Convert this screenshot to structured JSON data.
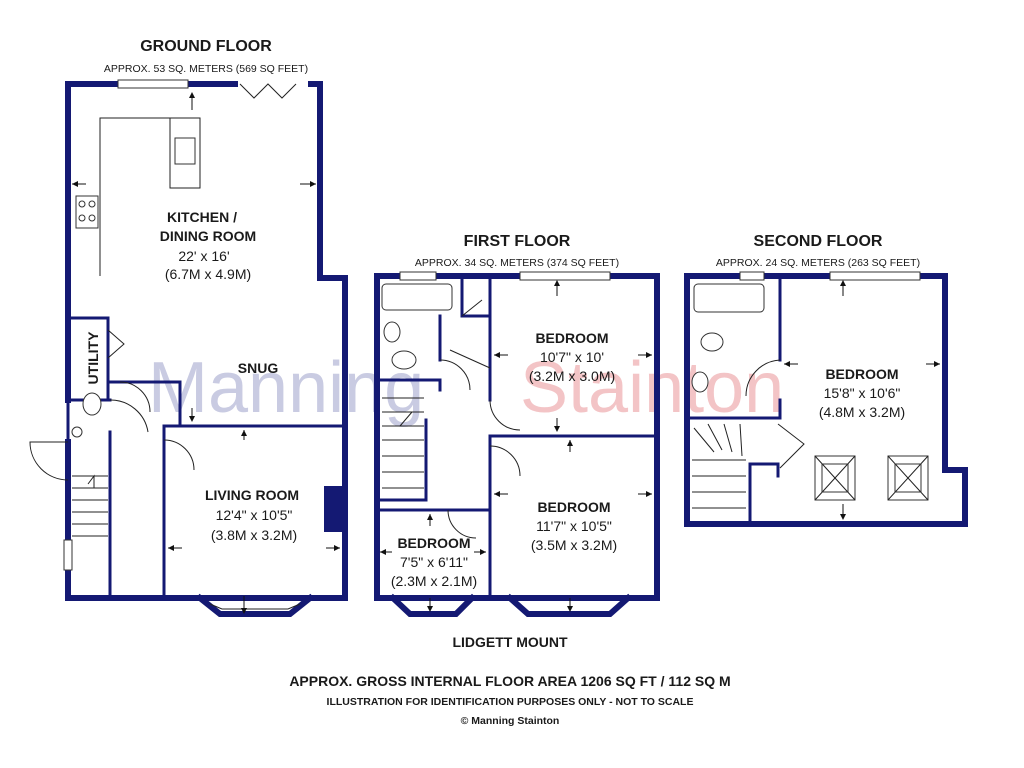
{
  "ground_floor": {
    "title": "GROUND FLOOR",
    "area": "APPROX. 53 SQ. METERS (569 SQ FEET)",
    "rooms": {
      "kitchen": {
        "name_line1": "KITCHEN /",
        "name_line2": "DINING ROOM",
        "dim_imperial": "22' x 16'",
        "dim_metric": "(6.7M x 4.9M)"
      },
      "snug": {
        "name": "SNUG"
      },
      "utility": {
        "name": "UTILITY"
      },
      "living": {
        "name": "LIVING ROOM",
        "dim_imperial": "12'4\" x 10'5\"",
        "dim_metric": "(3.8M x 3.2M)"
      }
    }
  },
  "first_floor": {
    "title": "FIRST FLOOR",
    "area": "APPROX. 34 SQ. METERS (374 SQ FEET)",
    "rooms": {
      "bedroom_rear": {
        "name": "BEDROOM",
        "dim_imperial": "10'7\" x 10'",
        "dim_metric": "(3.2M x 3.0M)"
      },
      "bedroom_front": {
        "name": "BEDROOM",
        "dim_imperial": "11'7\" x 10'5\"",
        "dim_metric": "(3.5M x 3.2M)"
      },
      "bedroom_small": {
        "name": "BEDROOM",
        "dim_imperial": "7'5\" x 6'11\"",
        "dim_metric": "(2.3M x 2.1M)"
      }
    }
  },
  "second_floor": {
    "title": "SECOND FLOOR",
    "area": "APPROX. 24 SQ. METERS (263 SQ FEET)",
    "rooms": {
      "bedroom": {
        "name": "BEDROOM",
        "dim_imperial": "15'8\" x 10'6\"",
        "dim_metric": "(4.8M x 3.2M)"
      }
    }
  },
  "street": "LIDGETT MOUNT",
  "footer": {
    "gross_area": "APPROX. GROSS INTERNAL FLOOR AREA 1206 SQ FT / 112 SQ M",
    "disclaimer": "ILLUSTRATION FOR IDENTIFICATION PURPOSES ONLY - NOT TO SCALE",
    "copyright": "© Manning Stainton"
  },
  "watermark": {
    "part1": "Manning",
    "part2": "Stainton"
  },
  "colors": {
    "wall": "#141973",
    "watermark_blue": "#c9cbe2",
    "watermark_red": "#f3c4c6"
  }
}
